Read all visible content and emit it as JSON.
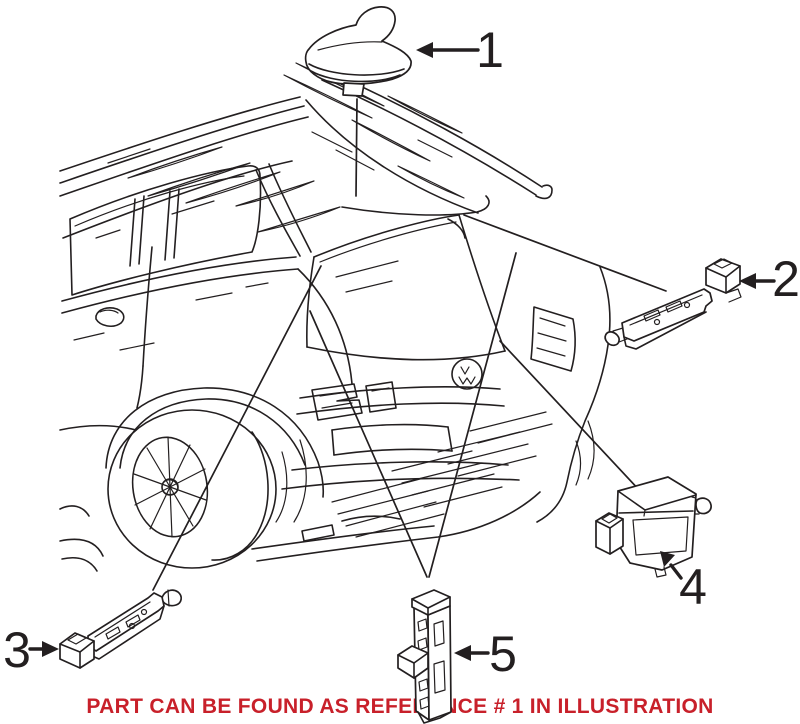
{
  "colors": {
    "background": "#ffffff",
    "line": "#231f20",
    "notice": "#c8202a"
  },
  "parts": [
    {
      "label": "1",
      "name": "roof-shark-fin-antenna"
    },
    {
      "label": "2",
      "name": "antenna-amplifier-strip-right"
    },
    {
      "label": "3",
      "name": "antenna-amplifier-strip-left"
    },
    {
      "label": "4",
      "name": "antenna-control-module"
    },
    {
      "label": "5",
      "name": "slotted-mounting-bracket"
    }
  ],
  "notice": {
    "text": "PART CAN BE FOUND AS REFERENCE # 1 IN ILLUSTRATION"
  }
}
